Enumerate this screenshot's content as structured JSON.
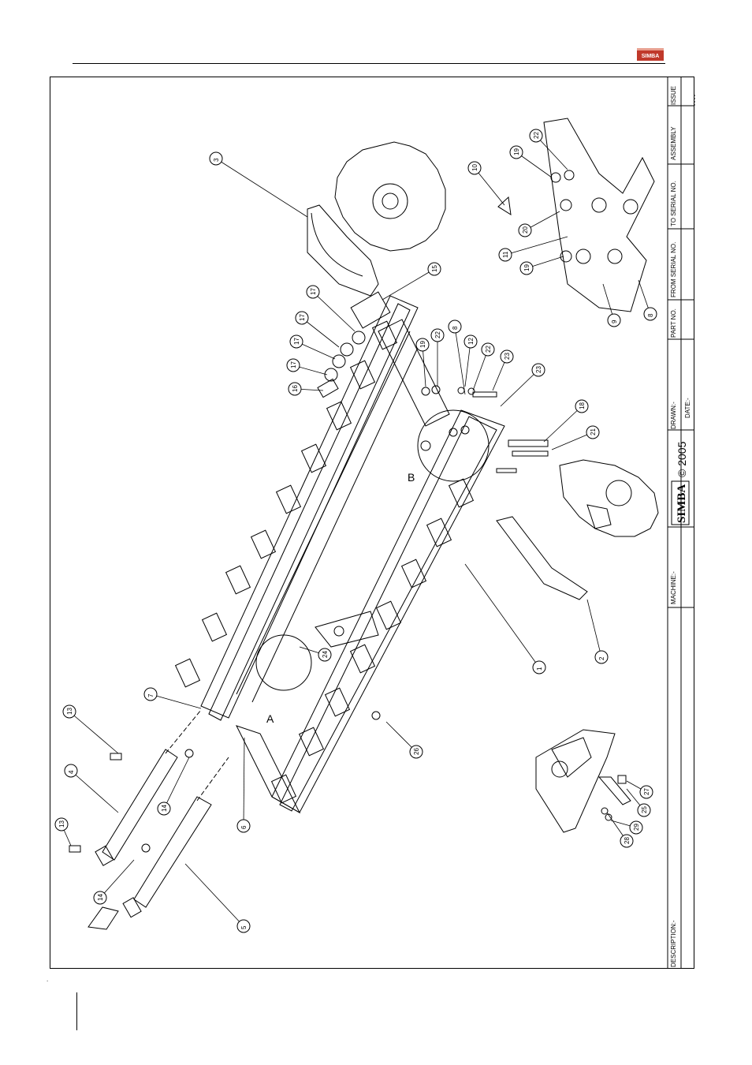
{
  "header": {
    "logo_text": "SIMBA"
  },
  "title_block": {
    "issue_label": "ISSUE",
    "assembly_label": "ASSEMBLY",
    "to_serial_label": "TO SERIAL NO.",
    "from_serial_label": "FROM SERIAL NO.",
    "part_no_label": "PART NO.",
    "drawn_label": "DRAWN:-",
    "date_label": "DATE:-",
    "brand": "SIMBA",
    "copyright": "© 2005",
    "machine_label": "MACHINE:-",
    "description_label": "DESCRIPTION:-"
  },
  "section_labels": {
    "a": "A",
    "b": "B"
  },
  "callouts": [
    "1",
    "2",
    "3",
    "4",
    "5",
    "6",
    "7",
    "8",
    "8",
    "9",
    "10",
    "11",
    "12",
    "13",
    "13",
    "14",
    "14",
    "15",
    "16",
    "17",
    "17",
    "17",
    "17",
    "18",
    "19",
    "19",
    "19",
    "20",
    "21",
    "22",
    "22",
    "22",
    "23",
    "23",
    "24",
    "25",
    "26",
    "27",
    "28",
    "29"
  ]
}
